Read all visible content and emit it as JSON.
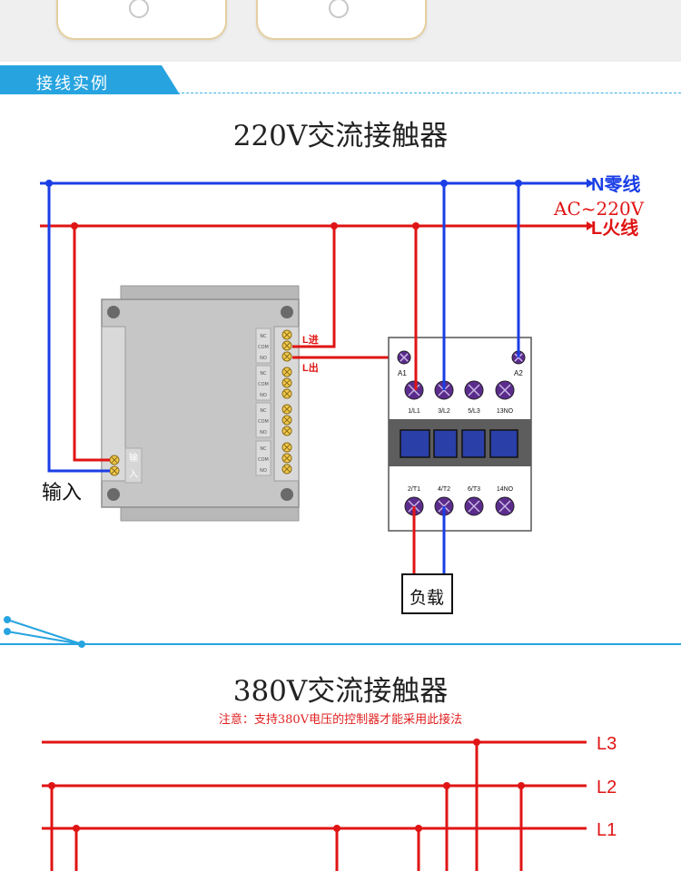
{
  "section_header": "接线实例",
  "diagram1": {
    "title": "220V交流接触器",
    "n_line": "N零线",
    "supply": "AC~220V",
    "l_line": "L火线",
    "l_in": "L进",
    "l_out": "L出",
    "input_label": "输入",
    "input_vertical": [
      "输",
      "入"
    ],
    "relay_pins": [
      "NC",
      "COM",
      "NO",
      "NC",
      "COM",
      "NO",
      "NC",
      "COM",
      "NO",
      "NC",
      "COM",
      "NO"
    ],
    "coil_a1": "A1",
    "coil_a2": "A2",
    "top_terminals": [
      "1/L1",
      "3/L2",
      "5/L3",
      "13NO"
    ],
    "bottom_terminals": [
      "2/T1",
      "4/T2",
      "6/T3",
      "14NO"
    ],
    "load": "负载"
  },
  "diagram2": {
    "title": "380V交流接触器",
    "note": "注意：支持380V电压的控制器才能采用此接法",
    "lines": [
      "L3",
      "L2",
      "L1"
    ]
  },
  "colors": {
    "neutral": "#1a3ee6",
    "live": "#e01414",
    "accent": "#27a4e0",
    "coil": "#5b2c8c"
  }
}
